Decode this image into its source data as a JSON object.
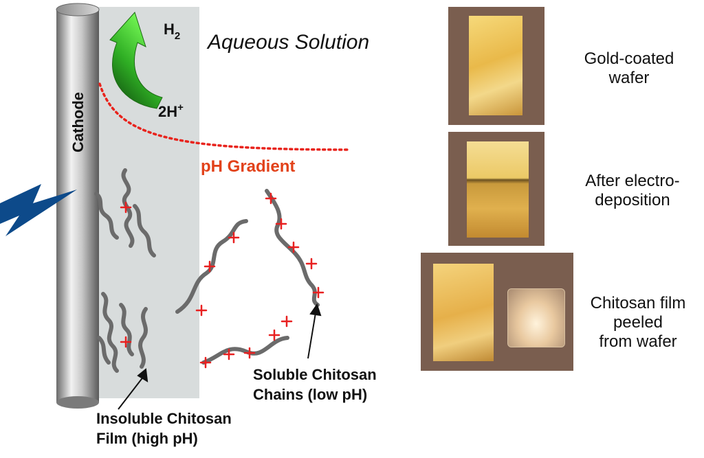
{
  "diagram": {
    "solution_label": "Aqueous Solution",
    "h2_main": "H",
    "h2_sub": "2",
    "hplus_main": "2H",
    "hplus_sup": "+",
    "cathode_label": "Cathode",
    "gradient_label": "pH Gradient",
    "insoluble_line1": "Insoluble Chitosan",
    "insoluble_line2": "Film (high pH)",
    "soluble_line1": "Soluble Chitosan",
    "soluble_line2": "Chains (low pH)",
    "colors": {
      "panel": "#d8dcdc",
      "gradient": "#e8231c",
      "plus": "#e82020",
      "chain": "#6b6b6b",
      "lightning": "#0d4a8a",
      "arrow": "#37c22a"
    }
  },
  "photos": [
    {
      "caption_line1": "Gold-coated",
      "caption_line2": "wafer",
      "caption_line3": ""
    },
    {
      "caption_line1": "After electro-",
      "caption_line2": "deposition",
      "caption_line3": ""
    },
    {
      "caption_line1": "Chitosan film",
      "caption_line2": "peeled",
      "caption_line3": "from wafer"
    }
  ]
}
